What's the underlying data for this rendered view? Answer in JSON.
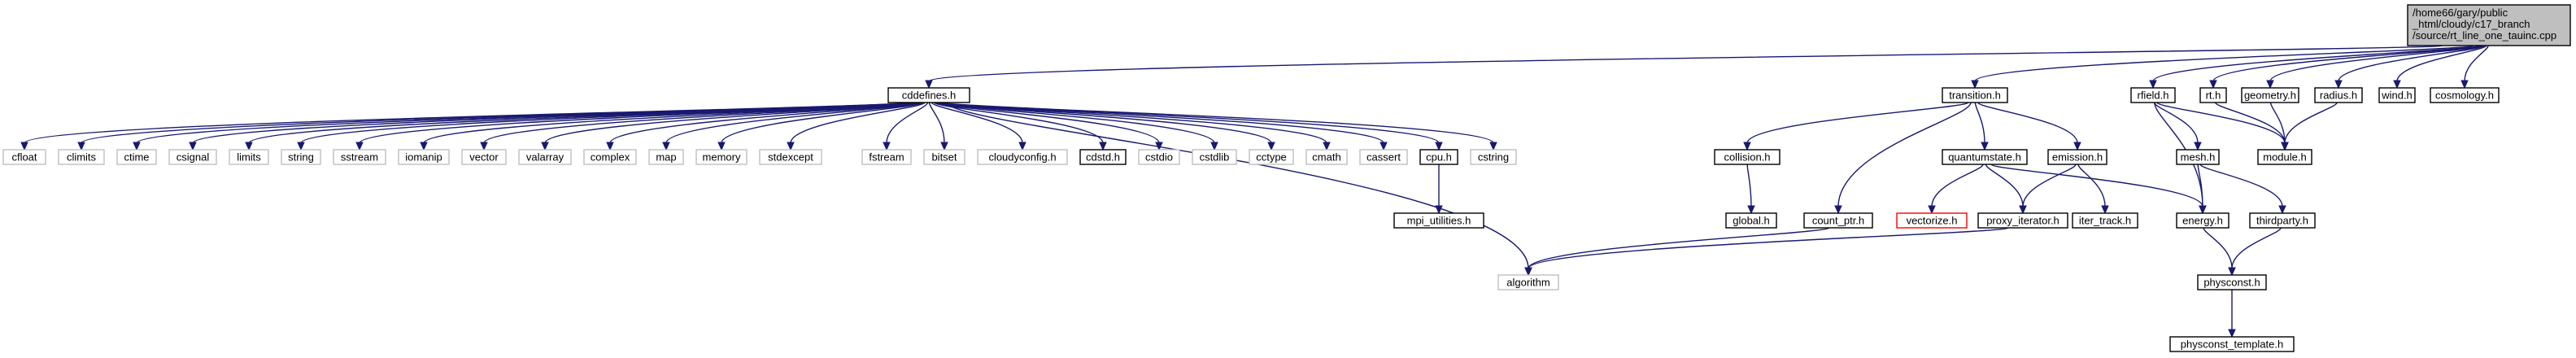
{
  "diagram": {
    "colors": {
      "edge": "#191970",
      "root_fill": "#bfbfbf",
      "node_border": "#000000",
      "ext_border": "#bfbfbf",
      "missing_border": "#ff0000",
      "text": "#000000",
      "background": "#ffffff"
    },
    "nodes": [
      {
        "id": "root",
        "lines": [
          "/home66/gary/public",
          "_html/cloudy/c17_branch",
          "/source/rt_line_one_tauinc.cpp"
        ],
        "style": "root"
      },
      {
        "id": "cddefines",
        "lines": [
          "cddefines.h"
        ],
        "style": "normal"
      },
      {
        "id": "transition",
        "lines": [
          "transition.h"
        ],
        "style": "normal"
      },
      {
        "id": "rfield",
        "lines": [
          "rfield.h"
        ],
        "style": "normal"
      },
      {
        "id": "rt",
        "lines": [
          "rt.h"
        ],
        "style": "normal"
      },
      {
        "id": "geometry",
        "lines": [
          "geometry.h"
        ],
        "style": "normal"
      },
      {
        "id": "radius",
        "lines": [
          "radius.h"
        ],
        "style": "normal"
      },
      {
        "id": "wind",
        "lines": [
          "wind.h"
        ],
        "style": "normal"
      },
      {
        "id": "cosmology",
        "lines": [
          "cosmology.h"
        ],
        "style": "normal"
      },
      {
        "id": "cfloat",
        "lines": [
          "cfloat"
        ],
        "style": "external"
      },
      {
        "id": "climits",
        "lines": [
          "climits"
        ],
        "style": "external"
      },
      {
        "id": "ctime",
        "lines": [
          "ctime"
        ],
        "style": "external"
      },
      {
        "id": "csignal",
        "lines": [
          "csignal"
        ],
        "style": "external"
      },
      {
        "id": "limits",
        "lines": [
          "limits"
        ],
        "style": "external"
      },
      {
        "id": "string",
        "lines": [
          "string"
        ],
        "style": "external"
      },
      {
        "id": "sstream",
        "lines": [
          "sstream"
        ],
        "style": "external"
      },
      {
        "id": "iomanip",
        "lines": [
          "iomanip"
        ],
        "style": "external"
      },
      {
        "id": "vector",
        "lines": [
          "vector"
        ],
        "style": "external"
      },
      {
        "id": "valarray",
        "lines": [
          "valarray"
        ],
        "style": "external"
      },
      {
        "id": "complex",
        "lines": [
          "complex"
        ],
        "style": "external"
      },
      {
        "id": "map",
        "lines": [
          "map"
        ],
        "style": "external"
      },
      {
        "id": "memory",
        "lines": [
          "memory"
        ],
        "style": "external"
      },
      {
        "id": "stdexcept",
        "lines": [
          "stdexcept"
        ],
        "style": "external"
      },
      {
        "id": "fstream",
        "lines": [
          "fstream"
        ],
        "style": "external"
      },
      {
        "id": "bitset",
        "lines": [
          "bitset"
        ],
        "style": "external"
      },
      {
        "id": "cloudyconfig",
        "lines": [
          "cloudyconfig.h"
        ],
        "style": "external"
      },
      {
        "id": "cdstd",
        "lines": [
          "cdstd.h"
        ],
        "style": "normal"
      },
      {
        "id": "cstdio",
        "lines": [
          "cstdio"
        ],
        "style": "external"
      },
      {
        "id": "cstdlib",
        "lines": [
          "cstdlib"
        ],
        "style": "external"
      },
      {
        "id": "cctype",
        "lines": [
          "cctype"
        ],
        "style": "external"
      },
      {
        "id": "cmath",
        "lines": [
          "cmath"
        ],
        "style": "external"
      },
      {
        "id": "cassert",
        "lines": [
          "cassert"
        ],
        "style": "external"
      },
      {
        "id": "cpu",
        "lines": [
          "cpu.h"
        ],
        "style": "normal"
      },
      {
        "id": "cstring",
        "lines": [
          "cstring"
        ],
        "style": "external"
      },
      {
        "id": "mpi_utilities",
        "lines": [
          "mpi_utilities.h"
        ],
        "style": "normal"
      },
      {
        "id": "algorithm",
        "lines": [
          "algorithm"
        ],
        "style": "external"
      },
      {
        "id": "collision",
        "lines": [
          "collision.h"
        ],
        "style": "normal"
      },
      {
        "id": "global",
        "lines": [
          "global.h"
        ],
        "style": "normal"
      },
      {
        "id": "count_ptr",
        "lines": [
          "count_ptr.h"
        ],
        "style": "normal"
      },
      {
        "id": "quantumstate",
        "lines": [
          "quantumstate.h"
        ],
        "style": "normal"
      },
      {
        "id": "vectorize",
        "lines": [
          "vectorize.h"
        ],
        "style": "missing"
      },
      {
        "id": "proxy_iterator",
        "lines": [
          "proxy_iterator.h"
        ],
        "style": "normal"
      },
      {
        "id": "emission",
        "lines": [
          "emission.h"
        ],
        "style": "normal"
      },
      {
        "id": "iter_track",
        "lines": [
          "iter_track.h"
        ],
        "style": "normal"
      },
      {
        "id": "mesh",
        "lines": [
          "mesh.h"
        ],
        "style": "normal"
      },
      {
        "id": "energy",
        "lines": [
          "energy.h"
        ],
        "style": "normal"
      },
      {
        "id": "thirdparty",
        "lines": [
          "thirdparty.h"
        ],
        "style": "normal"
      },
      {
        "id": "module",
        "lines": [
          "module.h"
        ],
        "style": "normal"
      },
      {
        "id": "physconst",
        "lines": [
          "physconst.h"
        ],
        "style": "normal"
      },
      {
        "id": "physconst_template",
        "lines": [
          "physconst_template.h"
        ],
        "style": "normal"
      }
    ],
    "edges": [
      [
        "root",
        "cddefines"
      ],
      [
        "root",
        "transition"
      ],
      [
        "root",
        "rfield"
      ],
      [
        "root",
        "rt"
      ],
      [
        "root",
        "geometry"
      ],
      [
        "root",
        "radius"
      ],
      [
        "root",
        "wind"
      ],
      [
        "root",
        "cosmology"
      ],
      [
        "cddefines",
        "cfloat"
      ],
      [
        "cddefines",
        "climits"
      ],
      [
        "cddefines",
        "ctime"
      ],
      [
        "cddefines",
        "csignal"
      ],
      [
        "cddefines",
        "limits"
      ],
      [
        "cddefines",
        "string"
      ],
      [
        "cddefines",
        "sstream"
      ],
      [
        "cddefines",
        "iomanip"
      ],
      [
        "cddefines",
        "vector"
      ],
      [
        "cddefines",
        "valarray"
      ],
      [
        "cddefines",
        "complex"
      ],
      [
        "cddefines",
        "map"
      ],
      [
        "cddefines",
        "memory"
      ],
      [
        "cddefines",
        "stdexcept"
      ],
      [
        "cddefines",
        "fstream"
      ],
      [
        "cddefines",
        "bitset"
      ],
      [
        "cddefines",
        "cloudyconfig"
      ],
      [
        "cddefines",
        "cdstd"
      ],
      [
        "cddefines",
        "cstdio"
      ],
      [
        "cddefines",
        "cstdlib"
      ],
      [
        "cddefines",
        "cctype"
      ],
      [
        "cddefines",
        "cmath"
      ],
      [
        "cddefines",
        "cassert"
      ],
      [
        "cddefines",
        "cpu"
      ],
      [
        "cddefines",
        "cstring"
      ],
      [
        "cddefines",
        "algorithm"
      ],
      [
        "cpu",
        "mpi_utilities"
      ],
      [
        "transition",
        "collision"
      ],
      [
        "transition",
        "count_ptr"
      ],
      [
        "transition",
        "quantumstate"
      ],
      [
        "transition",
        "emission"
      ],
      [
        "collision",
        "global"
      ],
      [
        "count_ptr",
        "algorithm"
      ],
      [
        "quantumstate",
        "vectorize"
      ],
      [
        "quantumstate",
        "proxy_iterator"
      ],
      [
        "quantumstate",
        "energy"
      ],
      [
        "emission",
        "proxy_iterator"
      ],
      [
        "emission",
        "iter_track"
      ],
      [
        "proxy_iterator",
        "algorithm"
      ],
      [
        "rfield",
        "mesh"
      ],
      [
        "rfield",
        "energy"
      ],
      [
        "rfield",
        "module"
      ],
      [
        "mesh",
        "energy"
      ],
      [
        "mesh",
        "thirdparty"
      ],
      [
        "energy",
        "physconst"
      ],
      [
        "thirdparty",
        "physconst"
      ],
      [
        "physconst",
        "physconst_template"
      ],
      [
        "rt",
        "module"
      ],
      [
        "geometry",
        "module"
      ],
      [
        "radius",
        "module"
      ]
    ]
  }
}
